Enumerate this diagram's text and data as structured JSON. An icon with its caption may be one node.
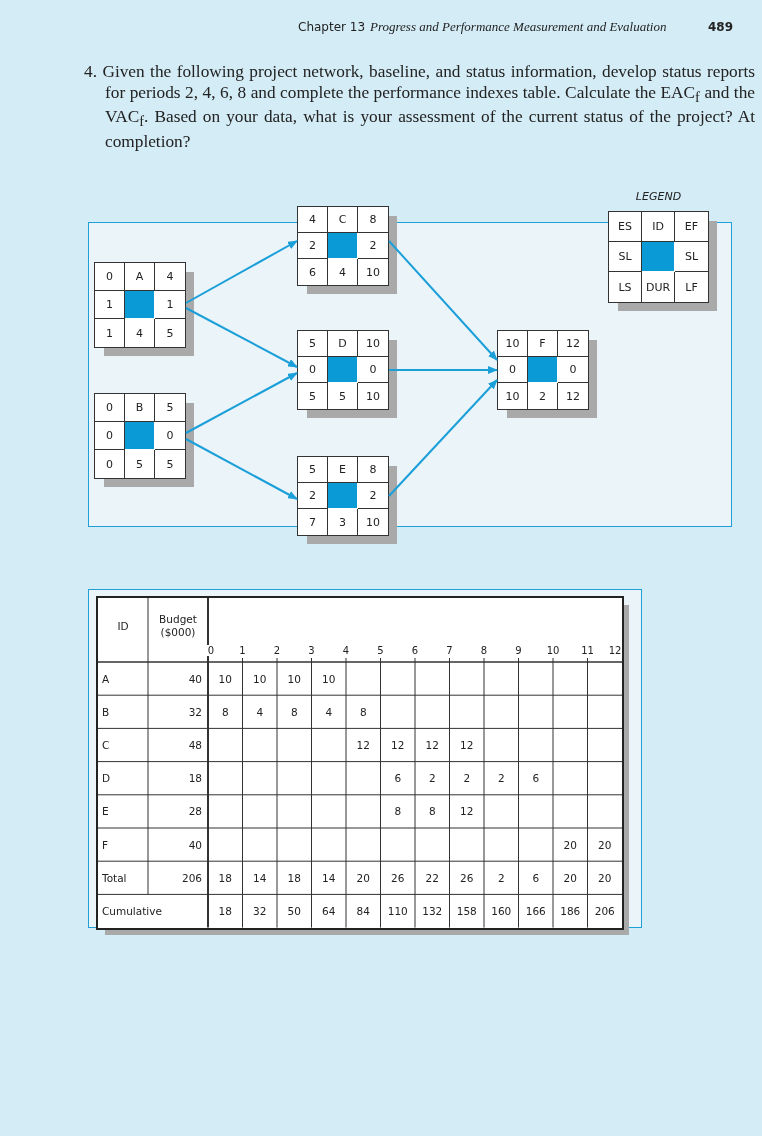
{
  "diagram": {
    "nodes": [
      {
        "text": [
          "0",
          "A",
          "4",
          "1",
          "1",
          "1",
          "4",
          "5"
        ]
      },
      {
        "text": [
          "0",
          "B",
          "5",
          "0",
          "0",
          "0",
          "5",
          "5"
        ]
      },
      {
        "text": [
          "4",
          "C",
          "8",
          "2",
          "2",
          "6",
          "4",
          "10"
        ]
      },
      {
        "text": [
          "5",
          "D",
          "10",
          "0",
          "0",
          "5",
          "5",
          "10"
        ]
      },
      {
        "text": [
          "5",
          "E",
          "8",
          "2",
          "2",
          "7",
          "3",
          "10"
        ]
      },
      {
        "text": [
          "10",
          "F",
          "12",
          "0",
          "0",
          "10",
          "2",
          "12"
        ]
      },
      {
        "text": [
          "LEGEND",
          "ES",
          "ID",
          "EF",
          "SL",
          "SL",
          "LS",
          "DUR",
          "LF"
        ]
      }
    ],
    "edges": [
      {
        "from": 0,
        "to": 2,
        "arrow": "to"
      },
      {
        "from": 0,
        "to": 3,
        "arrow": "to"
      },
      {
        "from": 1,
        "to": 3,
        "arrow": "to"
      },
      {
        "from": 1,
        "to": 4,
        "arrow": "to"
      },
      {
        "from": 2,
        "to": 5,
        "arrow": "to"
      },
      {
        "from": 3,
        "to": 5,
        "arrow": "to"
      },
      {
        "from": 4,
        "to": 5,
        "arrow": "to"
      }
    ],
    "labels": [
      "Chapter 13",
      "Progress and Performance Measurement and Evaluation",
      "489",
      "4. Given the following project network, baseline, and status information, develop status reports for periods 2, 4, 6, 8 and complete the performance indexes table. Calculate the EAC$_{f}$ and the VAC$_{f}$. Based on your data, what is your assessment of the current status of the project? At completion?",
      "ID",
      "Budget ($000)",
      "0",
      "1",
      "2",
      "3",
      "4",
      "5",
      "6",
      "7",
      "8",
      "9",
      "10",
      "11",
      "12",
      "A",
      "40",
      "10",
      "10",
      "10",
      "10",
      "B",
      "32",
      "8",
      "4",
      "8",
      "4",
      "8",
      "C",
      "48",
      "12",
      "12",
      "12",
      "12",
      "D",
      "18",
      "6",
      "2",
      "2",
      "2",
      "6",
      "E",
      "28",
      "8",
      "8",
      "12",
      "F",
      "40",
      "20",
      "20",
      "Total",
      "206",
      "18",
      "14",
      "18",
      "14",
      "20",
      "26",
      "22",
      "26",
      "2",
      "6",
      "20",
      "20",
      "Cumulative",
      "18",
      "32",
      "50",
      "64",
      "84",
      "110",
      "132",
      "158",
      "160",
      "166",
      "186",
      "206"
    ]
  }
}
